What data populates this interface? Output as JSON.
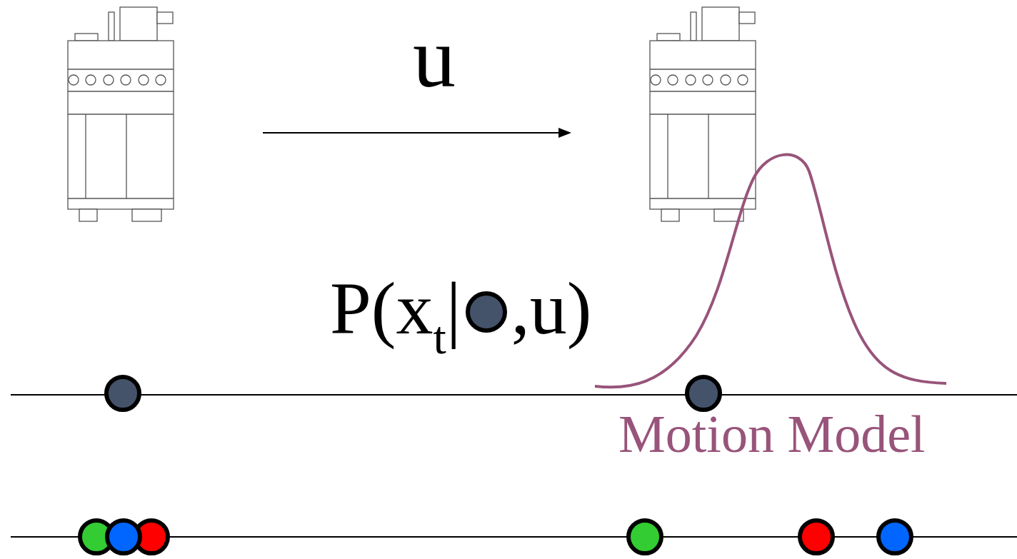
{
  "diagram": {
    "labels": [
      "u",
      "P(x",
      "t",
      "|",
      ",u)",
      "Motion Model"
    ]
  }
}
